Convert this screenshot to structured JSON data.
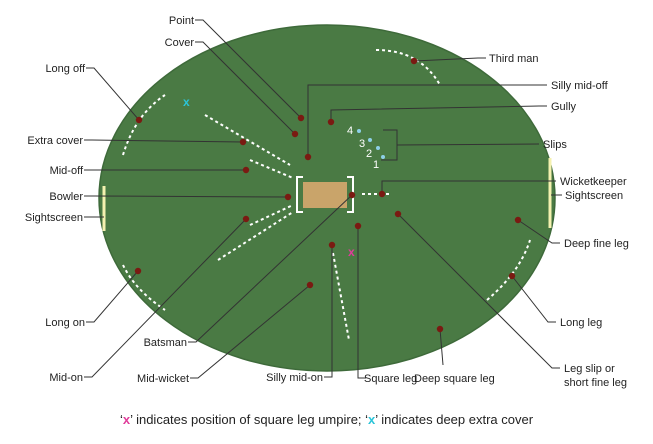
{
  "colors": {
    "field": "#4a7a44",
    "field_edge": "#3e6a3a",
    "pitch": "#c9a46a",
    "player": "#7a1a12",
    "sightscreen": "#f4f1b0",
    "leader": "#333333",
    "pink_marker": "#e03c9a",
    "cyan_marker": "#2bc4d8",
    "slip_marker": "#8ed0e8"
  },
  "fielders": [
    {
      "id": "point",
      "label": "Point"
    },
    {
      "id": "cover",
      "label": "Cover"
    },
    {
      "id": "third-man",
      "label": "Third man"
    },
    {
      "id": "long-off",
      "label": "Long off"
    },
    {
      "id": "silly-mid-off",
      "label": "Silly mid-off"
    },
    {
      "id": "gully",
      "label": "Gully"
    },
    {
      "id": "extra-cover",
      "label": "Extra cover"
    },
    {
      "id": "slips",
      "label": "Slips"
    },
    {
      "id": "mid-off",
      "label": "Mid-off"
    },
    {
      "id": "wicketkeeper",
      "label": "Wicketkeeper"
    },
    {
      "id": "bowler",
      "label": "Bowler"
    },
    {
      "id": "sightscreen-right",
      "label": "Sightscreen"
    },
    {
      "id": "sightscreen-left",
      "label": "Sightscreen"
    },
    {
      "id": "deep-fine-leg",
      "label": "Deep fine leg"
    },
    {
      "id": "long-on",
      "label": "Long on"
    },
    {
      "id": "long-leg",
      "label": "Long leg"
    },
    {
      "id": "batsman",
      "label": "Batsman"
    },
    {
      "id": "mid-on",
      "label": "Mid-on"
    },
    {
      "id": "mid-wicket",
      "label": "Mid-wicket"
    },
    {
      "id": "silly-mid-on",
      "label": "Silly mid-on"
    },
    {
      "id": "square-leg",
      "label": "Square leg"
    },
    {
      "id": "deep-square-leg",
      "label": "Deep square leg"
    },
    {
      "id": "leg-slip-line1",
      "label": "Leg slip or"
    },
    {
      "id": "leg-slip-line2",
      "label": "short fine leg"
    }
  ],
  "slip_numbers": [
    "4",
    "3",
    "2",
    "1"
  ],
  "markers": {
    "square_leg_umpire": "x",
    "deep_extra_cover": "x"
  },
  "caption": {
    "q1": "‘",
    "x_pink": "x",
    "part1": "’ indicates position of square leg umpire; ‘",
    "x_cyan": "x",
    "part2": "’ indicates deep extra cover"
  }
}
